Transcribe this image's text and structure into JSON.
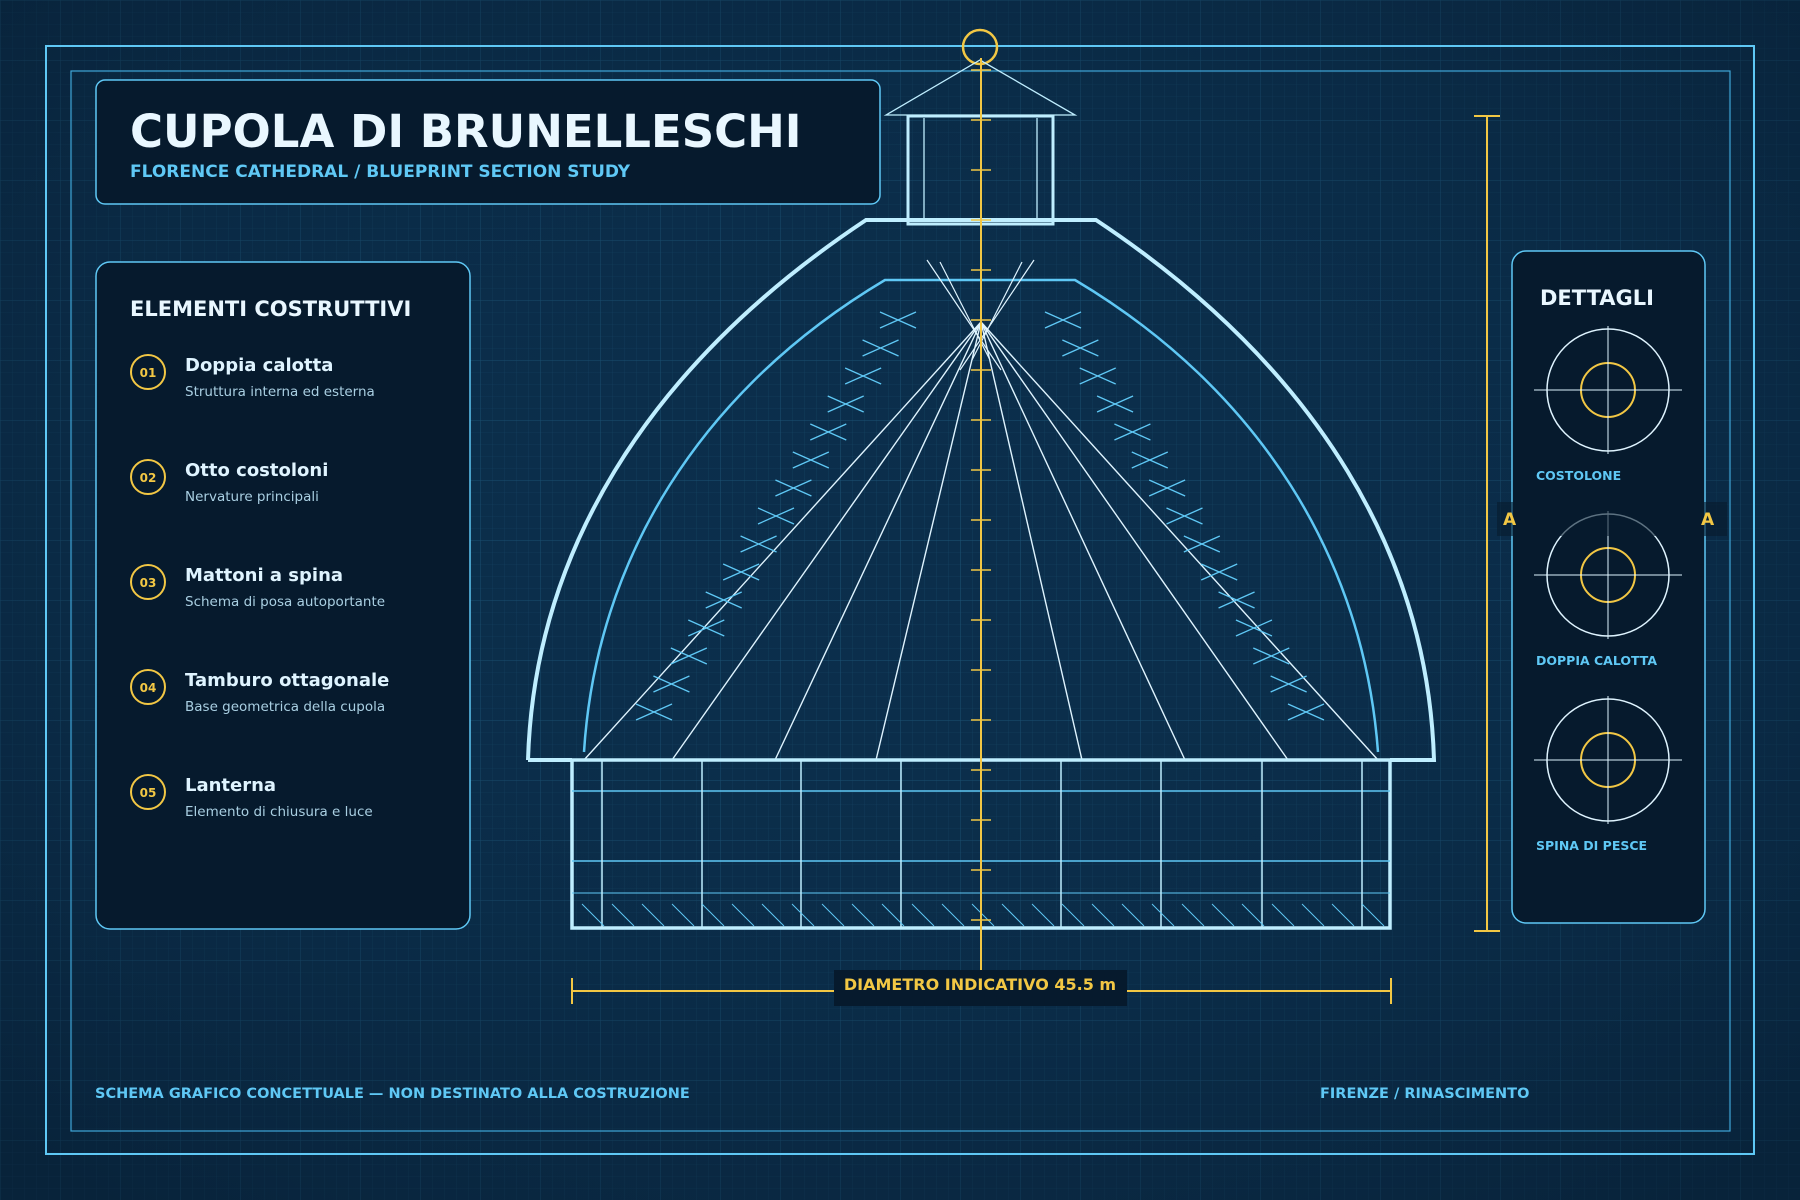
{
  "header": {
    "title": "CUPOLA DI BRUNELLESCHI",
    "subtitle": "FLORENCE CATHEDRAL / BLUEPRINT SECTION STUDY"
  },
  "elements_panel": {
    "heading": "ELEMENTI COSTRUTTIVI",
    "items": [
      {
        "num": "01",
        "title": "Doppia calotta",
        "desc": "Struttura interna ed esterna"
      },
      {
        "num": "02",
        "title": "Otto costoloni",
        "desc": "Nervature principali"
      },
      {
        "num": "03",
        "title": "Mattoni a spina",
        "desc": "Schema di posa autoportante"
      },
      {
        "num": "04",
        "title": "Tamburo ottagonale",
        "desc": "Base geometrica della cupola"
      },
      {
        "num": "05",
        "title": "Lanterna",
        "desc": "Elemento di chiusura e luce"
      }
    ]
  },
  "details_panel": {
    "heading": "DETTAGLI",
    "items": [
      {
        "label": "COSTOLONE"
      },
      {
        "label": "DOPPIA CALOTTA"
      },
      {
        "label": "SPINA DI PESCE"
      }
    ]
  },
  "dimension": {
    "diameter_label": "DIAMETRO INDICATIVO 45.5 m",
    "height_label_left": "A",
    "height_label_right": "A"
  },
  "footer": {
    "left": "SCHEMA GRAFICO CONCETTUALE — NON DESTINATO ALLA COSTRUZIONE",
    "right": "FIRENZE / RINASCIMENTO"
  },
  "colors": {
    "background": "#0a2a45",
    "panel": "#061a2d",
    "accent_cyan": "#5fc8f5",
    "line_light": "#bfeeff",
    "accent_gold": "#f2c744"
  }
}
